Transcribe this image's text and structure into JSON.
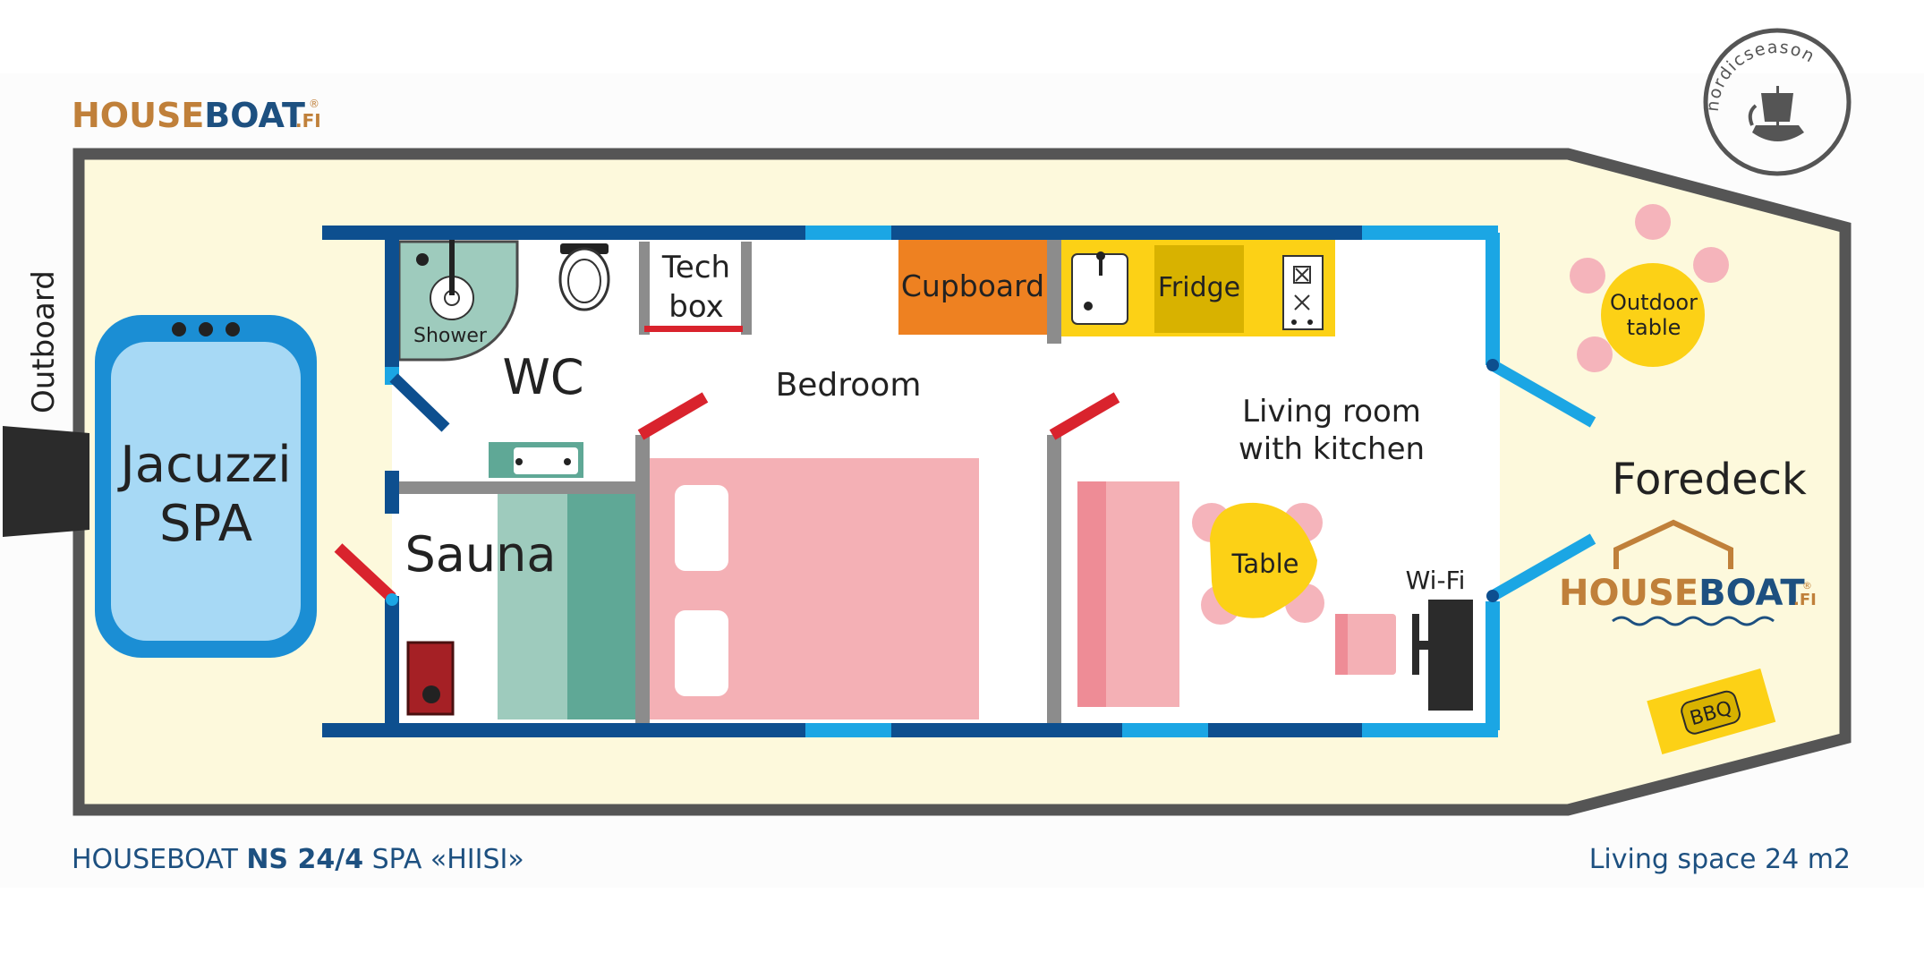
{
  "brand": {
    "logo_part1": "HOUSE",
    "logo_part2": "BOAT",
    "logo_suffix": ".FI",
    "logo_registered": "®",
    "emblem_text": "nordicseason",
    "color_orange": "#c0803a",
    "color_blue": "#1d5080"
  },
  "footer": {
    "left_prefix": "HOUSEBOAT ",
    "left_bold": "NS 24/4",
    "left_suffix": " SPA «HIISI»",
    "right": "Living space 24 m2"
  },
  "labels": {
    "outboard": "Outboard",
    "jacuzzi_line1": "Jacuzzi",
    "jacuzzi_line2": "SPA",
    "shower": "Shower",
    "wc": "WC",
    "techbox_line1": "Tech",
    "techbox_line2": "box",
    "cupboard": "Cupboard",
    "fridge": "Fridge",
    "bedroom": "Bedroom",
    "living_line1": "Living room",
    "living_line2": "with kitchen",
    "sauna": "Sauna",
    "table": "Table",
    "wifi": "Wi-Fi",
    "outdoor_line1": "Outdoor",
    "outdoor_line2": "table",
    "foredeck": "Foredeck",
    "bbq": "BBQ"
  },
  "colors": {
    "deck": "#fdf9dc",
    "hull": "#555555",
    "wall_dark": "#0d4f8f",
    "window": "#1ba6e4",
    "door": "#d9232d",
    "partition": "#8c8c8c",
    "jacuzzi_outer": "#1b8ed4",
    "jacuzzi_inner": "#a7d9f5",
    "cupboard": "#ee8121",
    "kitchen": "#fcd116",
    "fridge": "#d8b200",
    "bed": "#f4b0b5",
    "sofa_dark": "#ee8c96",
    "table_yellow": "#fcd116",
    "chair_pink": "#f5b4bb",
    "shower_green": "#9ecbbd",
    "bench_dark": "#5fa896",
    "stove_red": "#a52025"
  }
}
